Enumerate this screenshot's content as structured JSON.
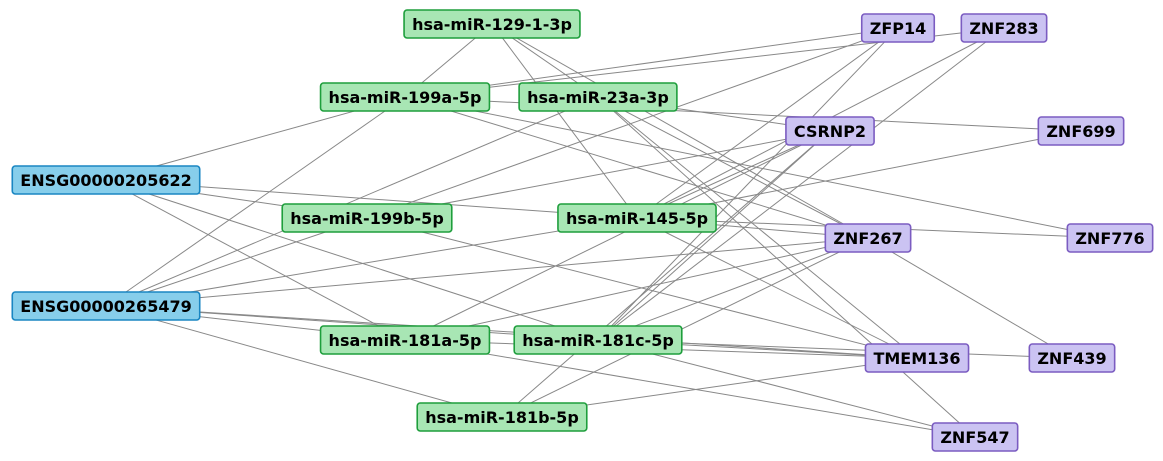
{
  "colors": {
    "edge": "#888888",
    "gene_fill": "#87ceeb",
    "gene_stroke": "#1a86c2",
    "mirna_fill": "#a8e6b4",
    "mirna_stroke": "#1e9e3c",
    "target_fill": "#cbc3f2",
    "target_stroke": "#7b5cc1"
  },
  "nodes": [
    {
      "id": "ENSG00000205622",
      "label": "ENSG00000205622",
      "group": "gene"
    },
    {
      "id": "ENSG00000265479",
      "label": "ENSG00000265479",
      "group": "gene"
    },
    {
      "id": "hsa-miR-129-1-3p",
      "label": "hsa-miR-129-1-3p",
      "group": "mirna"
    },
    {
      "id": "hsa-miR-199a-5p",
      "label": "hsa-miR-199a-5p",
      "group": "mirna"
    },
    {
      "id": "hsa-miR-23a-3p",
      "label": "hsa-miR-23a-3p",
      "group": "mirna"
    },
    {
      "id": "hsa-miR-199b-5p",
      "label": "hsa-miR-199b-5p",
      "group": "mirna"
    },
    {
      "id": "hsa-miR-145-5p",
      "label": "hsa-miR-145-5p",
      "group": "mirna"
    },
    {
      "id": "hsa-miR-181a-5p",
      "label": "hsa-miR-181a-5p",
      "group": "mirna"
    },
    {
      "id": "hsa-miR-181c-5p",
      "label": "hsa-miR-181c-5p",
      "group": "mirna"
    },
    {
      "id": "hsa-miR-181b-5p",
      "label": "hsa-miR-181b-5p",
      "group": "mirna"
    },
    {
      "id": "ZFP14",
      "label": "ZFP14",
      "group": "target"
    },
    {
      "id": "ZNF283",
      "label": "ZNF283",
      "group": "target"
    },
    {
      "id": "CSRNP2",
      "label": "CSRNP2",
      "group": "target"
    },
    {
      "id": "ZNF699",
      "label": "ZNF699",
      "group": "target"
    },
    {
      "id": "ZNF267",
      "label": "ZNF267",
      "group": "target"
    },
    {
      "id": "ZNF776",
      "label": "ZNF776",
      "group": "target"
    },
    {
      "id": "TMEM136",
      "label": "TMEM136",
      "group": "target"
    },
    {
      "id": "ZNF439",
      "label": "ZNF439",
      "group": "target"
    },
    {
      "id": "ZNF547",
      "label": "ZNF547",
      "group": "target"
    }
  ],
  "edges": [
    [
      "ENSG00000205622",
      "hsa-miR-199a-5p"
    ],
    [
      "ENSG00000205622",
      "hsa-miR-199b-5p"
    ],
    [
      "ENSG00000205622",
      "hsa-miR-145-5p"
    ],
    [
      "ENSG00000205622",
      "hsa-miR-181a-5p"
    ],
    [
      "ENSG00000205622",
      "hsa-miR-181c-5p"
    ],
    [
      "ENSG00000265479",
      "hsa-miR-199a-5p"
    ],
    [
      "ENSG00000265479",
      "hsa-miR-23a-3p"
    ],
    [
      "ENSG00000265479",
      "hsa-miR-199b-5p"
    ],
    [
      "ENSG00000265479",
      "hsa-miR-145-5p"
    ],
    [
      "ENSG00000265479",
      "hsa-miR-181a-5p"
    ],
    [
      "ENSG00000265479",
      "hsa-miR-181c-5p"
    ],
    [
      "ENSG00000265479",
      "hsa-miR-181b-5p"
    ],
    [
      "ENSG00000265479",
      "ZNF267"
    ],
    [
      "ENSG00000265479",
      "TMEM136"
    ],
    [
      "hsa-miR-129-1-3p",
      "hsa-miR-199a-5p"
    ],
    [
      "hsa-miR-129-1-3p",
      "hsa-miR-23a-3p"
    ],
    [
      "hsa-miR-129-1-3p",
      "hsa-miR-145-5p"
    ],
    [
      "hsa-miR-129-1-3p",
      "ZNF267"
    ],
    [
      "hsa-miR-199a-5p",
      "ZFP14"
    ],
    [
      "hsa-miR-199a-5p",
      "ZNF283"
    ],
    [
      "hsa-miR-199a-5p",
      "ZNF699"
    ],
    [
      "hsa-miR-199a-5p",
      "ZNF267"
    ],
    [
      "hsa-miR-199a-5p",
      "ZNF776"
    ],
    [
      "hsa-miR-23a-3p",
      "CSRNP2"
    ],
    [
      "hsa-miR-23a-3p",
      "ZNF267"
    ],
    [
      "hsa-miR-23a-3p",
      "TMEM136"
    ],
    [
      "hsa-miR-23a-3p",
      "ZNF547"
    ],
    [
      "hsa-miR-199b-5p",
      "ZFP14"
    ],
    [
      "hsa-miR-199b-5p",
      "CSRNP2"
    ],
    [
      "hsa-miR-199b-5p",
      "TMEM136"
    ],
    [
      "hsa-miR-145-5p",
      "ZFP14"
    ],
    [
      "hsa-miR-145-5p",
      "ZNF283"
    ],
    [
      "hsa-miR-145-5p",
      "CSRNP2"
    ],
    [
      "hsa-miR-145-5p",
      "ZNF699"
    ],
    [
      "hsa-miR-145-5p",
      "ZNF267"
    ],
    [
      "hsa-miR-145-5p",
      "ZNF776"
    ],
    [
      "hsa-miR-145-5p",
      "TMEM136"
    ],
    [
      "hsa-miR-181a-5p",
      "CSRNP2"
    ],
    [
      "hsa-miR-181a-5p",
      "ZNF267"
    ],
    [
      "hsa-miR-181a-5p",
      "TMEM136"
    ],
    [
      "hsa-miR-181a-5p",
      "ZNF547"
    ],
    [
      "hsa-miR-181c-5p",
      "ZFP14"
    ],
    [
      "hsa-miR-181c-5p",
      "ZNF283"
    ],
    [
      "hsa-miR-181c-5p",
      "CSRNP2"
    ],
    [
      "hsa-miR-181c-5p",
      "ZNF267"
    ],
    [
      "hsa-miR-181c-5p",
      "TMEM136"
    ],
    [
      "hsa-miR-181c-5p",
      "ZNF439"
    ],
    [
      "hsa-miR-181c-5p",
      "ZNF547"
    ],
    [
      "hsa-miR-181b-5p",
      "CSRNP2"
    ],
    [
      "hsa-miR-181b-5p",
      "ZNF267"
    ],
    [
      "hsa-miR-181b-5p",
      "TMEM136"
    ],
    [
      "ZNF267",
      "ZNF439"
    ]
  ]
}
